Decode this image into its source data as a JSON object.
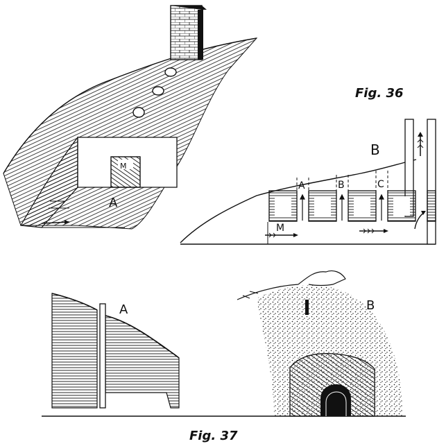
{
  "figures": [
    {
      "caption": "Fig. 36",
      "panels": [
        {
          "label": "A",
          "labels": [
            "M"
          ]
        },
        {
          "label": "B",
          "labels": [
            "A",
            "B",
            "C",
            "M"
          ]
        }
      ]
    },
    {
      "caption": "Fig. 37",
      "panels": [
        {
          "label": "A"
        },
        {
          "label": "B"
        }
      ]
    }
  ],
  "colors": {
    "ink": "#111111",
    "paper": "#ffffff"
  }
}
